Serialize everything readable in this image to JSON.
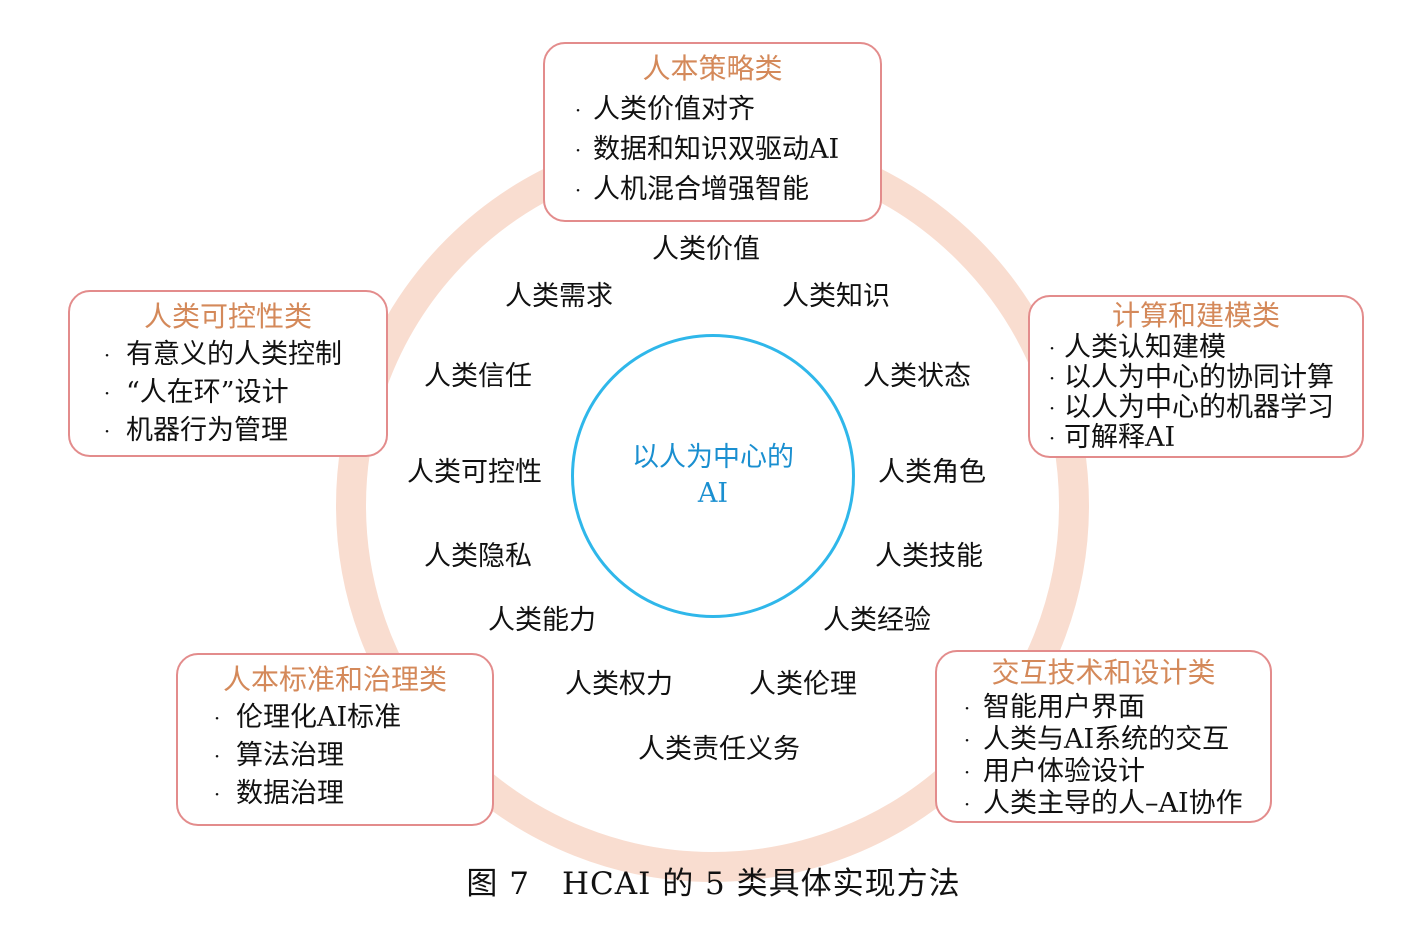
{
  "center": {
    "line1": "以人为中心的",
    "line2": "AI"
  },
  "ring_items": {
    "value": "人类价值",
    "needs": "人类需求",
    "knowledge": "人类知识",
    "trust": "人类信任",
    "state": "人类状态",
    "controllability": "人类可控性",
    "role": "人类角色",
    "privacy": "人类隐私",
    "skill": "人类技能",
    "ability": "人类能力",
    "experience": "人类经验",
    "power": "人类权力",
    "ethics": "人类伦理",
    "responsibility": "人类责任义务"
  },
  "boxes": {
    "strategy": {
      "title": "人本策略类",
      "items": [
        "人类价值对齐",
        "数据和知识双驱动AI",
        "人机混合增强智能"
      ]
    },
    "control": {
      "title": "人类可控性类",
      "items": [
        "有意义的人类控制",
        "“人在环”设计",
        "机器行为管理"
      ]
    },
    "compute": {
      "title": "计算和建模类",
      "items": [
        "人类认知建模",
        "以人为中心的协同计算",
        "以人为中心的机器学习",
        "可解释AI"
      ]
    },
    "governance": {
      "title": "人本标准和治理类",
      "items": [
        "伦理化AI标准",
        "算法治理",
        "数据治理"
      ]
    },
    "interaction": {
      "title": "交互技术和设计类",
      "items": [
        "智能用户界面",
        "人类与AI系统的交互",
        "用户体验设计",
        "人类主导的人–AI协作"
      ]
    }
  },
  "bullet": "·",
  "caption": "图 7　HCAI 的 5 类具体实现方法",
  "colors": {
    "ring": "#f9ddd0",
    "center_border": "#2fb7ea",
    "center_text": "#1a8fd0",
    "box_border": "#e38c8c",
    "box_title": "#d4895a"
  }
}
